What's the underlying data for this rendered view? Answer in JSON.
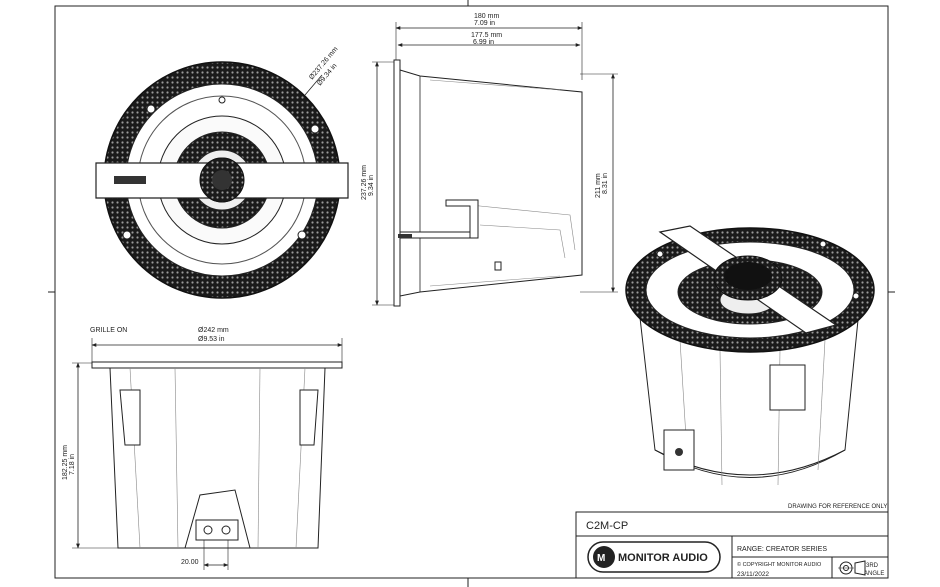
{
  "drawing": {
    "front_diameter_mm": "Ø237.26 mm",
    "front_diameter_in": "Ø9.34 in",
    "side_width_outer_mm": "180 mm",
    "side_width_outer_in": "7.09 in",
    "side_width_inner_mm": "177.5 mm",
    "side_width_inner_in": "6.99 in",
    "side_height_left_mm": "237.26 mm",
    "side_height_left_in": "9.34 in",
    "side_height_right_mm": "211 mm",
    "side_height_right_in": "8.31 in",
    "grille_on": "GRILLE ON",
    "grille_diameter_mm": "Ø242 mm",
    "grille_diameter_in": "Ø9.53 in",
    "bottom_height_mm": "182.25 mm",
    "bottom_height_in": "7.18 in",
    "terminal_width": "20.00"
  },
  "title_block": {
    "reference_note": "DRAWING FOR REFERENCE ONLY",
    "model": "C2M-CP",
    "brand": "MONITOR AUDIO",
    "range": "RANGE: CREATOR SERIES",
    "copyright": "© COPYRIGHT MONITOR AUDIO",
    "date": "23/11/2022",
    "projection_line1": "3RD",
    "projection_line2": "ANGLE"
  }
}
